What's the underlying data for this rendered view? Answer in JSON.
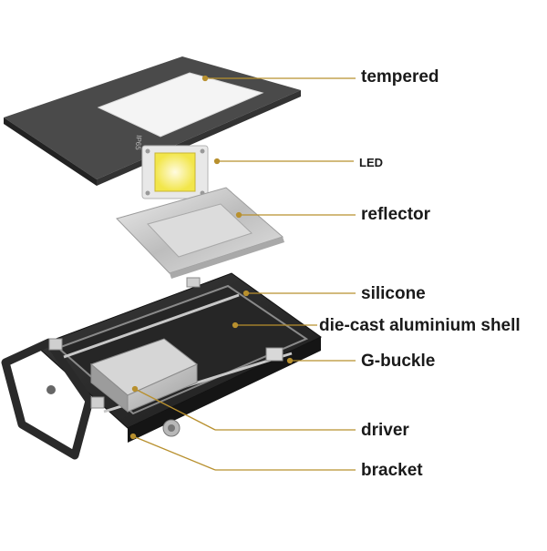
{
  "parts": {
    "tempered": "tempered",
    "led": "LED",
    "reflector": "reflector",
    "silicone": "silicone",
    "shell": "die-cast aluminium shell",
    "gbuckle": "G-buckle",
    "driver": "driver",
    "bracket": "bracket"
  },
  "glass_marking": "IP65",
  "colors": {
    "leader": "#b8902e",
    "housing": "#2b2b2b",
    "reflector": "#c9c9c9",
    "led_chip": "#f2e64a"
  }
}
